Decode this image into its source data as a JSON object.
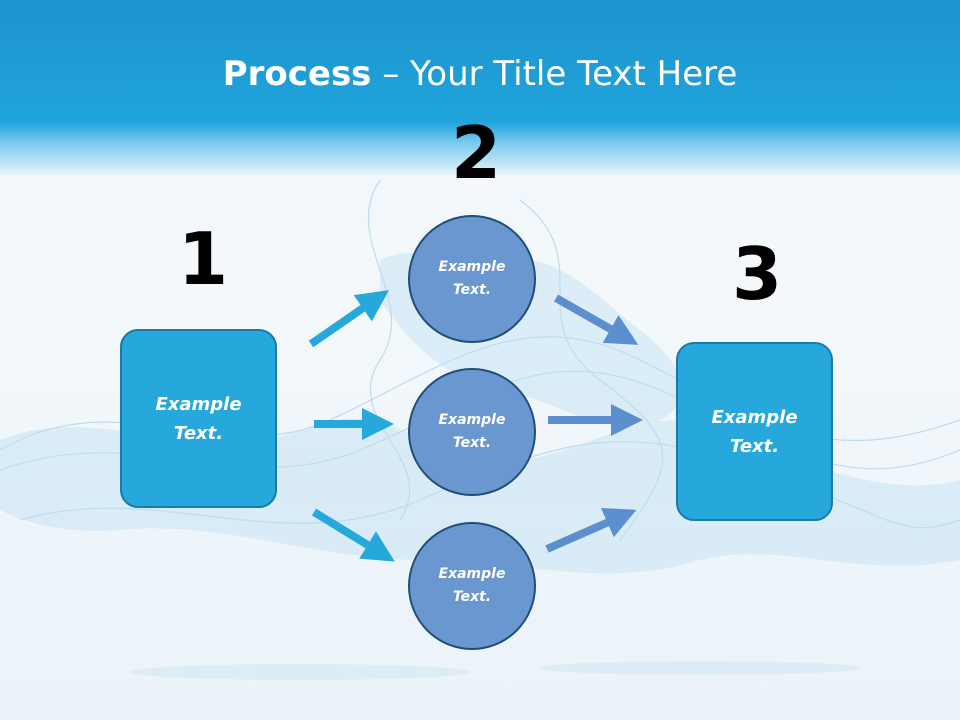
{
  "slide": {
    "title_bold": "Process",
    "title_rest": " – Your Title Text Here"
  },
  "steps": [
    {
      "number": "1",
      "text": "Example\nText."
    },
    {
      "number": "2",
      "text": ""
    },
    {
      "number": "3",
      "text": "Example\nText."
    }
  ],
  "circles": [
    {
      "text": "Example\nText."
    },
    {
      "text": "Example\nText."
    },
    {
      "text": "Example\nText."
    }
  ],
  "colors": {
    "header": "#21a4dc",
    "box": "#27a8dc",
    "circle": "#6a97cf",
    "arrow_left": "#27a8dc",
    "arrow_right": "#5b8fce"
  }
}
